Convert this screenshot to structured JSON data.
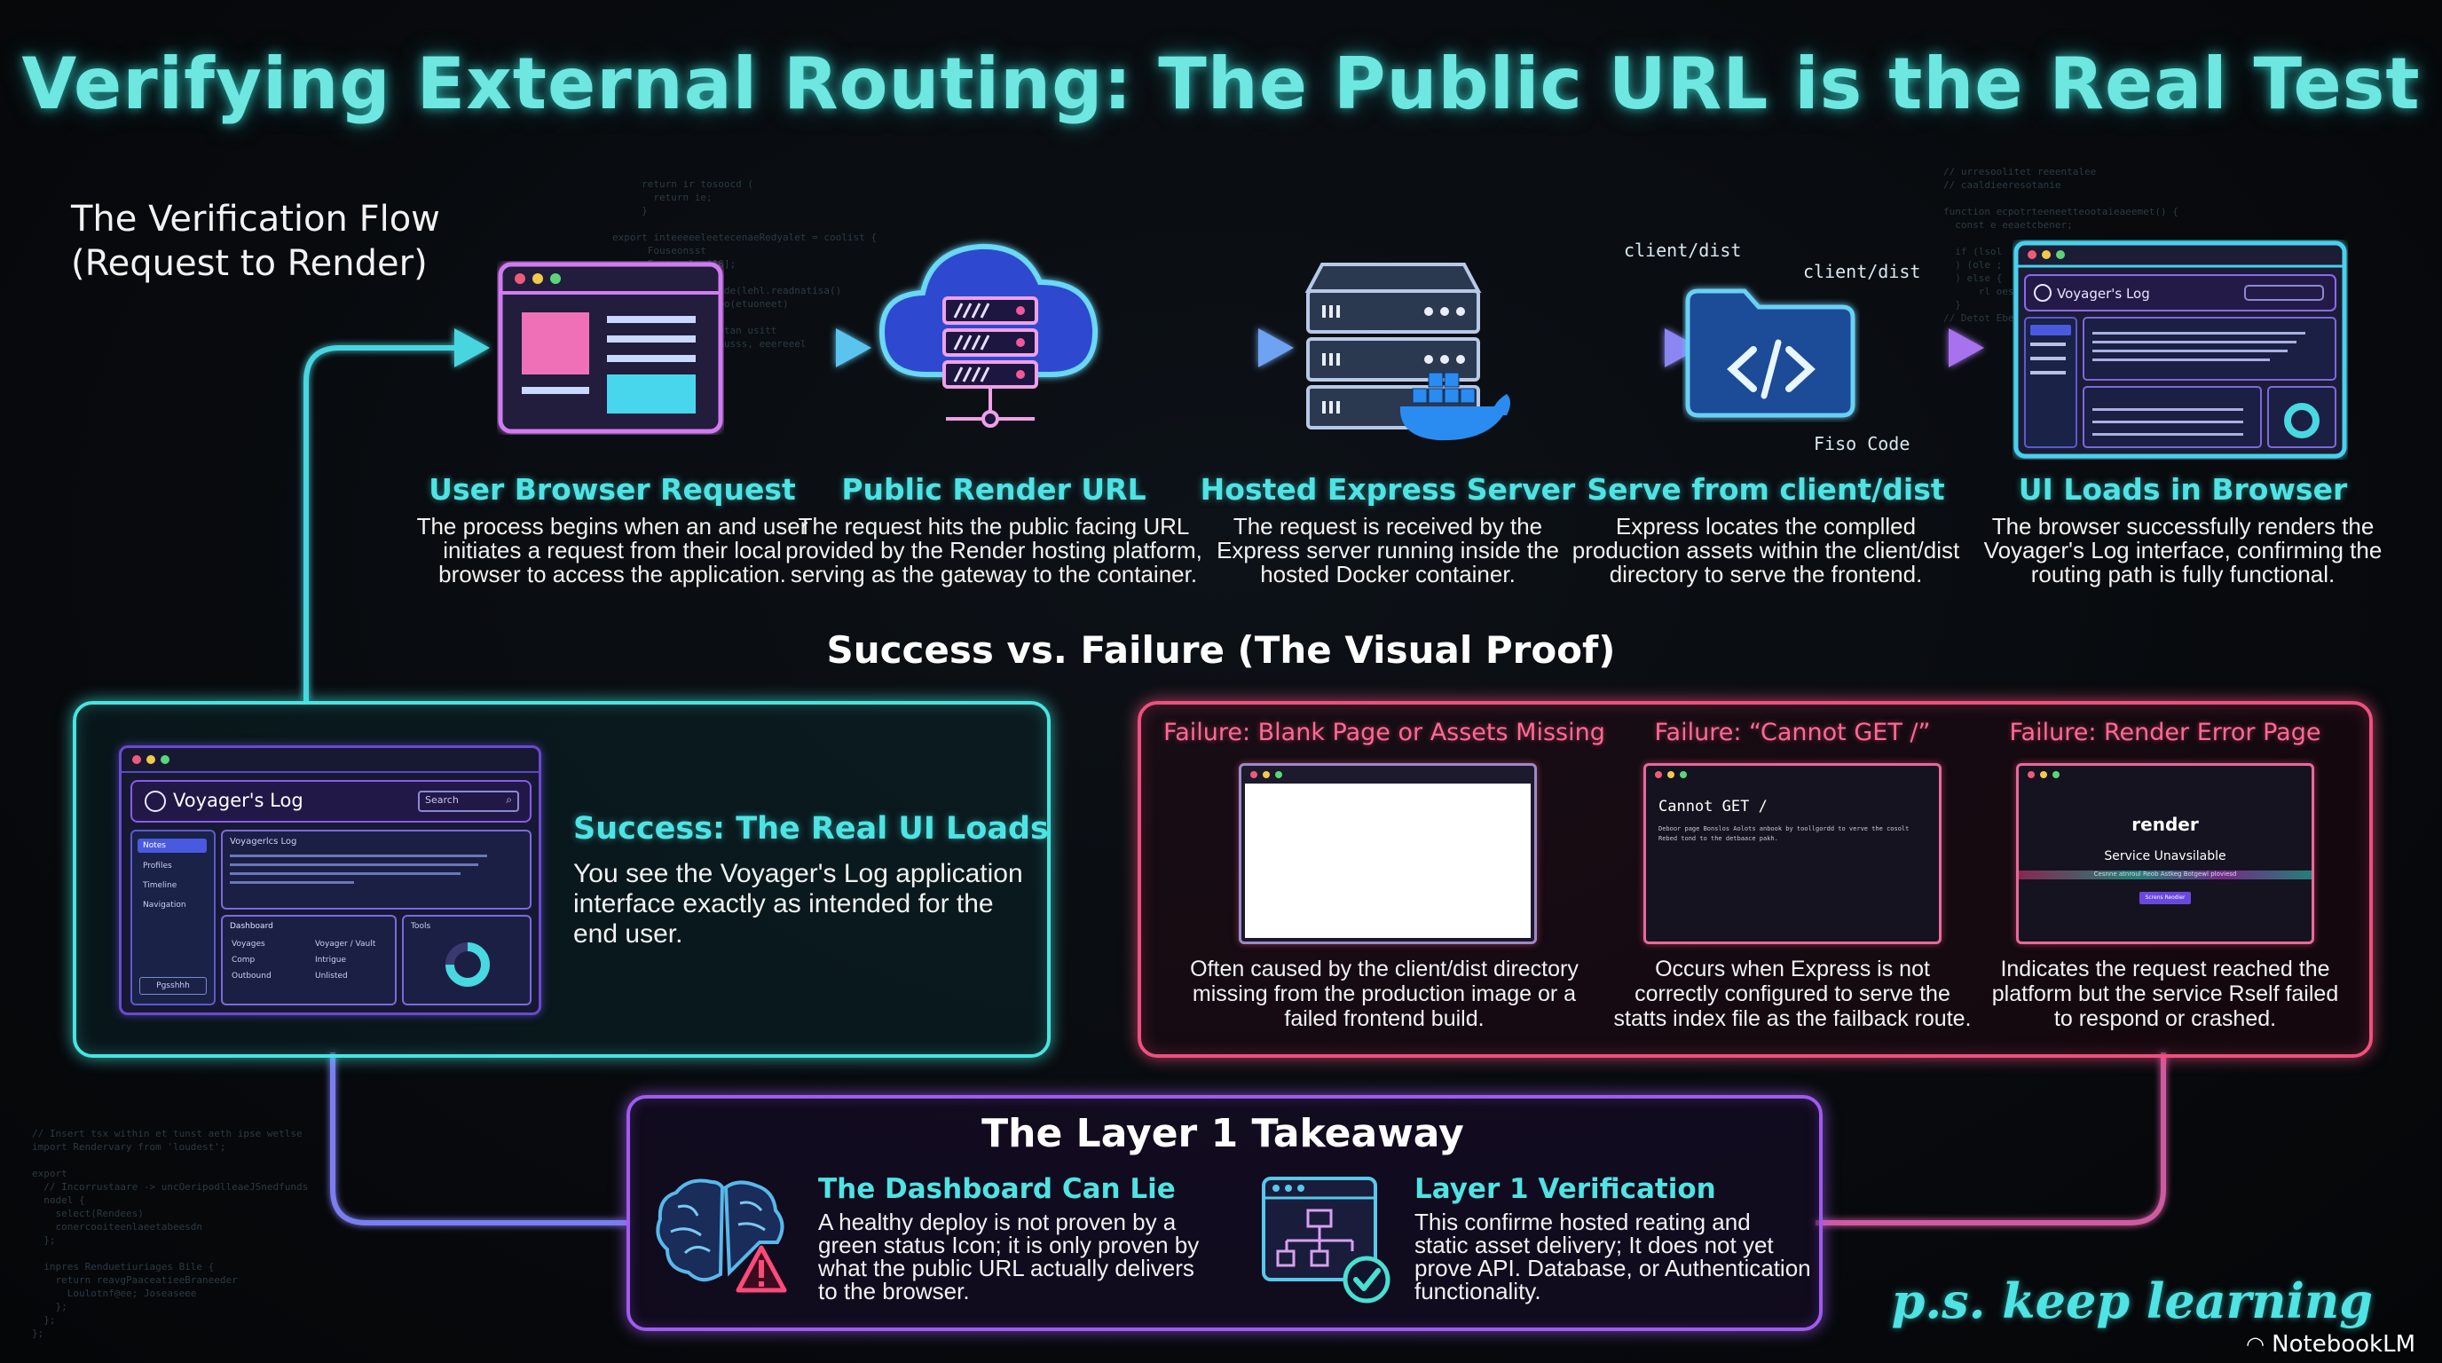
{
  "title": "Verifying External Routing: The Public URL is the Real Test",
  "flow": {
    "title_line1": "The Verification Flow",
    "title_line2": "(Request to Render)",
    "steps": [
      {
        "title": "User Browser Request",
        "desc": [
          "The process begins when an and user",
          "initiates a request from their local",
          "browser to access the application."
        ],
        "icon": "browser-window-icon"
      },
      {
        "title": "Public Render URL",
        "desc": [
          "The request hits the public facing URL",
          "provided by the Render hosting platform,",
          "serving as the gateway to the container."
        ],
        "icon": "cloud-server-icon"
      },
      {
        "title": "Hosted Express Server",
        "desc": [
          "The request is received by the",
          "Express server running inside the",
          "hosted Docker container."
        ],
        "icon": "docker-server-icon"
      },
      {
        "title": "Serve from client/dist",
        "desc": [
          "Express locates the complled",
          "production assets within the client/dist",
          "directory to serve the frontend."
        ],
        "icon": "code-folder-icon"
      },
      {
        "title": "UI Loads in Browser",
        "desc": [
          "The browser successfully renders the",
          "Voyager's Log interface, confirming the",
          "routing path is fully functional."
        ],
        "icon": "app-window-icon"
      }
    ],
    "folder_labels": {
      "left": "client/dist",
      "top": "client/dist",
      "bottom": "Fiso Code"
    }
  },
  "section_title": "Success vs. Failure (The Visual Proof)",
  "app_mock": {
    "name": "Voyager's Log",
    "search": "Search",
    "nav": [
      "Notes",
      "Profiles",
      "Timeline",
      "Navigation"
    ],
    "panel_title": "Voyagerlcs Log",
    "dashboard": "Dashboard",
    "rows": [
      [
        "Voyages",
        "Voyager / Vault"
      ],
      [
        "Comp",
        "Intrigue"
      ],
      [
        "Outbound",
        "Unlisted"
      ]
    ],
    "stat": "Tools",
    "footer_btn": "Pgsshhh"
  },
  "success": {
    "title": "Success: The Real UI Loads",
    "desc": [
      "You see the Voyager's Log application",
      "interface exactly as intended for the",
      "end user."
    ]
  },
  "failures": [
    {
      "title": "Failure: Blank Page or Assets Missing",
      "desc": [
        "Often caused by the client/dist directory",
        "missing from the production image or a",
        "failed frontend build."
      ]
    },
    {
      "title": "Failure: “Cannot GET /”",
      "screen_text": "Cannot GET /",
      "screen_sub": [
        "Deboor page Bonslos Aolots anbook by toollgordd to verve the cosolt",
        "Rebed tond to the detbaace pakh."
      ],
      "desc": [
        "Occurs when Express is not",
        "correctly configured to serve the",
        "statts index file as the failback route."
      ]
    },
    {
      "title": "Failure: Render Error Page",
      "screen_title": "render",
      "screen_sub": "Service Unavsilable",
      "screen_small": "Cesnne atnroul Reob Astkeg Botgewl ploviesd",
      "screen_btn": "Screns Reodier",
      "desc": [
        "Indicates the request reached the",
        "platform but the service Rself failed",
        "to respond or crashed."
      ]
    }
  ],
  "takeaway": {
    "title": "The Layer 1 Takeaway",
    "left": {
      "title": "The Dashboard Can Lie",
      "desc": [
        "A healthy deploy is not proven by a",
        "green status Icon; it is only proven by",
        "what the public URL actually delivers",
        "to the browser."
      ]
    },
    "right": {
      "title": "Layer 1 Verification",
      "desc": [
        "This confirme hosted reating and",
        "static asset delivery; It does not yet",
        "prove API. Database, or Authentication",
        "functionality."
      ]
    }
  },
  "footer": {
    "ps": "p.s. keep learning",
    "brand": "NotebookLM"
  },
  "colors": {
    "cyan": "#4fe3e3",
    "pink": "#f0507e",
    "purple": "#a05bf0",
    "arrow": "#5fc8f0"
  }
}
